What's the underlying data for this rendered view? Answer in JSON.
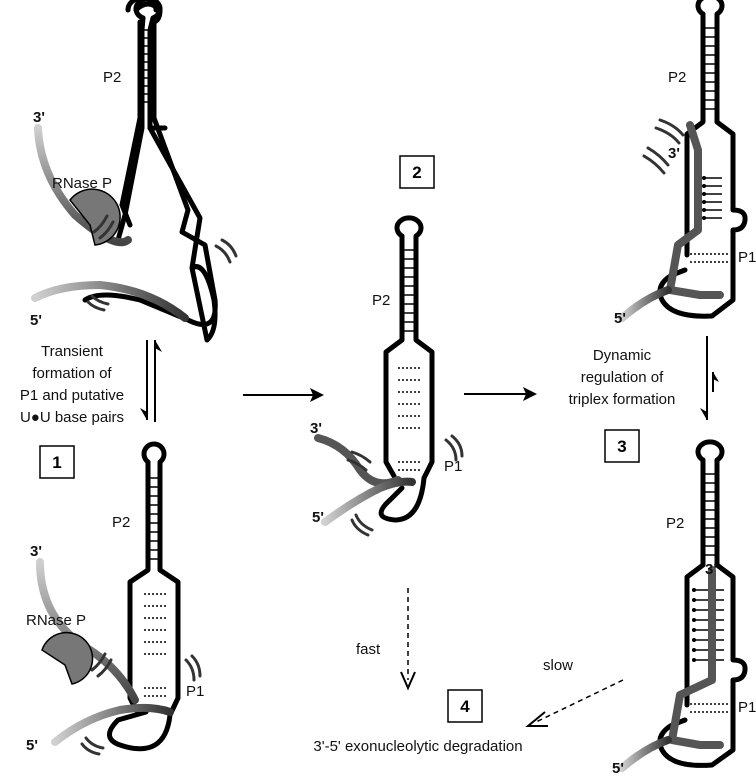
{
  "labels": {
    "p2": "P2",
    "p1": "P1",
    "three_prime": "3'",
    "five_prime": "5'",
    "rnase_p": "RNase P",
    "fast": "fast",
    "slow": "slow"
  },
  "steps": {
    "step1": "1",
    "step2": "2",
    "step3": "3",
    "step4": "4"
  },
  "captions": {
    "transient_line1": "Transient",
    "transient_line2": "formation of",
    "transient_line3": "P1 and putative",
    "transient_line4": "U●U base pairs",
    "dynamic_line1": "Dynamic",
    "dynamic_line2": "regulation of",
    "dynamic_line3": "triplex formation",
    "degradation": "3'-5' exonucleolytic degradation"
  }
}
